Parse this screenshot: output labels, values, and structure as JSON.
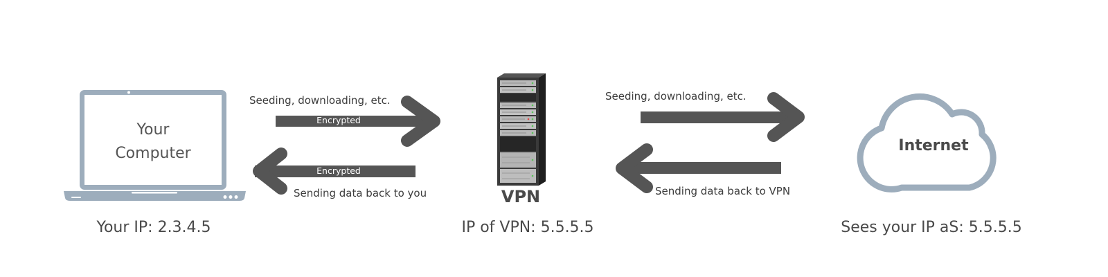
{
  "computer": {
    "label": "Your Computer",
    "ip_text": "Your IP: 2.3.4.5"
  },
  "vpn": {
    "label": "VPN",
    "ip_text": "IP of VPN: 5.5.5.5"
  },
  "internet": {
    "label": "Internet",
    "ip_text": "Sees your IP aS: 5.5.5.5"
  },
  "links": {
    "computer_to_vpn": {
      "caption": "Seeding, downloading, etc.",
      "badge": "Encrypted"
    },
    "vpn_to_computer": {
      "caption": "Sending data back to you",
      "badge": "Encrypted"
    },
    "vpn_to_internet": {
      "caption": "Seeding, downloading, etc."
    },
    "internet_to_vpn": {
      "caption": "Sending data back to VPN"
    }
  },
  "colors": {
    "device": "#9dadbc",
    "arrow": "#555555",
    "server_body": "#3a3a3a"
  }
}
